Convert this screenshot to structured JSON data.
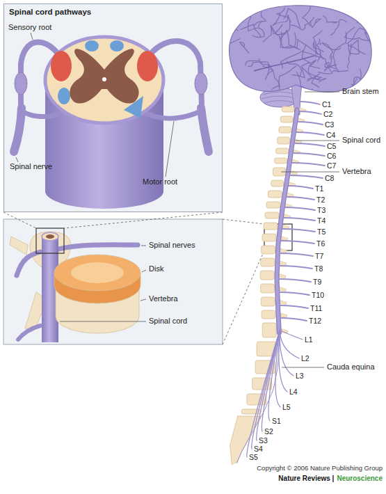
{
  "diagram": {
    "nodes": [
      {
        "text": [
          "Spinal cord pathways"
        ]
      }
    ],
    "labels": [
      "Sensory root",
      "Spinal nerve",
      "Motor root",
      "Spinal nerves",
      "Disk",
      "Vertebra",
      "Spinal cord",
      "Brain stem",
      "Spinal cord",
      "Vertebra",
      "Cauda equina",
      "C1",
      "C2",
      "C3",
      "C4",
      "C5",
      "C6",
      "C7",
      "C8",
      "T1",
      "T2",
      "T3",
      "T4",
      "T5",
      "T6",
      "T7",
      "T8",
      "T9",
      "T10",
      "T11",
      "T12",
      "L1",
      "L2",
      "L3",
      "L4",
      "L5",
      "S1",
      "S2",
      "S3",
      "S4",
      "S5",
      "Copyright © 2006 Nature Publishing Group",
      "Nature Reviews |",
      "Neuroscience"
    ]
  }
}
